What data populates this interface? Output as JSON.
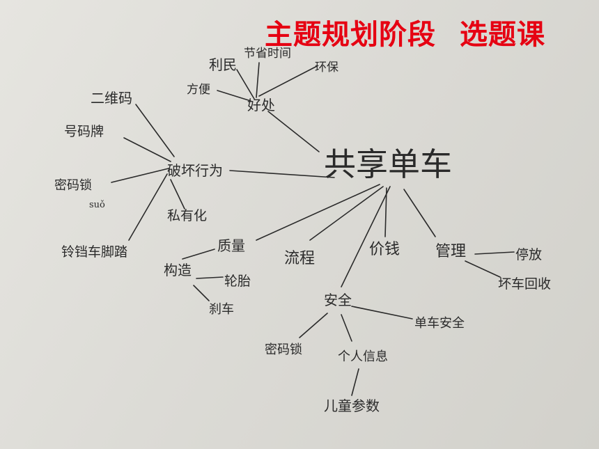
{
  "header": {
    "title": "主题规划阶段",
    "subtitle": "选题课"
  },
  "mindmap": {
    "center": "共享单车",
    "benefits": {
      "label": "好处",
      "items": [
        "利民",
        "节省时间",
        "环保",
        "方便"
      ]
    },
    "vandalism": {
      "label": "破坏行为",
      "items": [
        "二维码",
        "号码牌",
        "密码锁",
        "suǒ",
        "私有化",
        "铃铛车脚踏"
      ]
    },
    "quality": {
      "label": "质量",
      "construct": "构造",
      "items": [
        "轮胎",
        "刹车"
      ]
    },
    "process": "流程",
    "price": "价钱",
    "safety": {
      "label": "安全",
      "items": [
        "单车安全",
        "密码锁",
        "个人信息",
        "儿童参数"
      ]
    },
    "management": {
      "label": "管理",
      "items": [
        "停放",
        "坏车回收"
      ]
    }
  }
}
